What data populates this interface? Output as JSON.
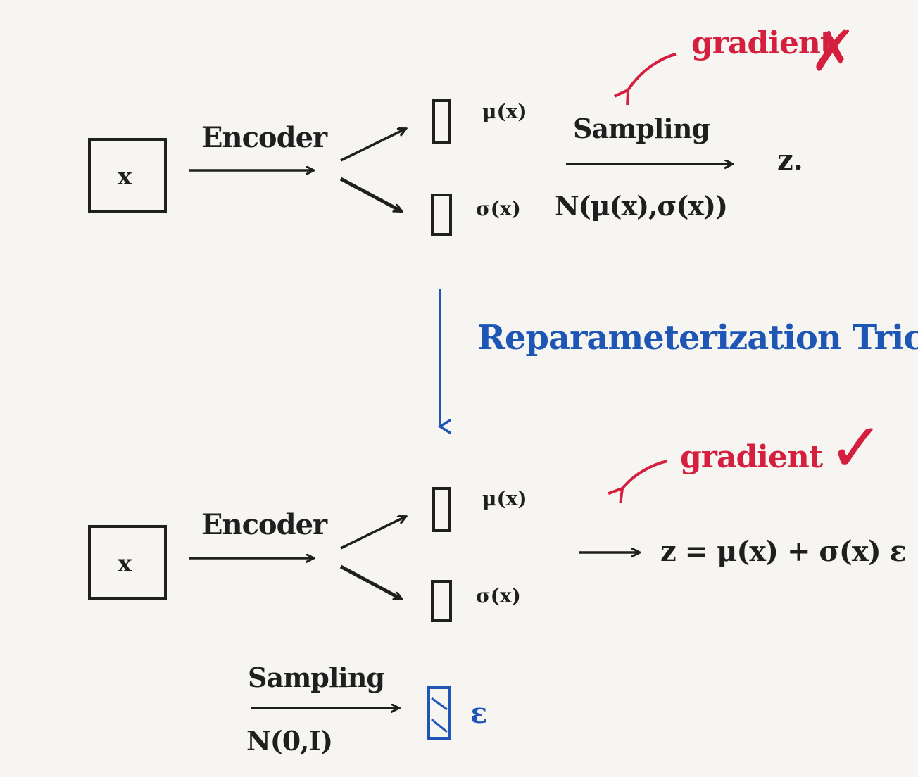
{
  "colors": {
    "background": "#f7f5f2",
    "ink": "#1f1f1f",
    "gradient_red": "#d41f3f",
    "trick_blue": "#1d56b5"
  },
  "top": {
    "input_label": "x",
    "encoder_label": "Encoder",
    "mu_label": "μ(x)",
    "sigma_label": "σ(x)",
    "sampling_label": "Sampling",
    "distribution_label": "N(μ(x),σ(x))",
    "output_label": "z.",
    "gradient_label": "gradient",
    "gradient_mark": "✗"
  },
  "middle": {
    "trick_label": "Reparameterization Trick"
  },
  "bottom": {
    "input_label": "x",
    "encoder_label": "Encoder",
    "mu_label": "μ(x)",
    "sigma_label": "σ(x)",
    "equation_label": "z = μ(x) + σ(x) ε",
    "gradient_label": "gradient",
    "gradient_mark": "✓",
    "sampling_label": "Sampling",
    "distribution_label": "N(0,I)",
    "epsilon_label": "ε"
  }
}
